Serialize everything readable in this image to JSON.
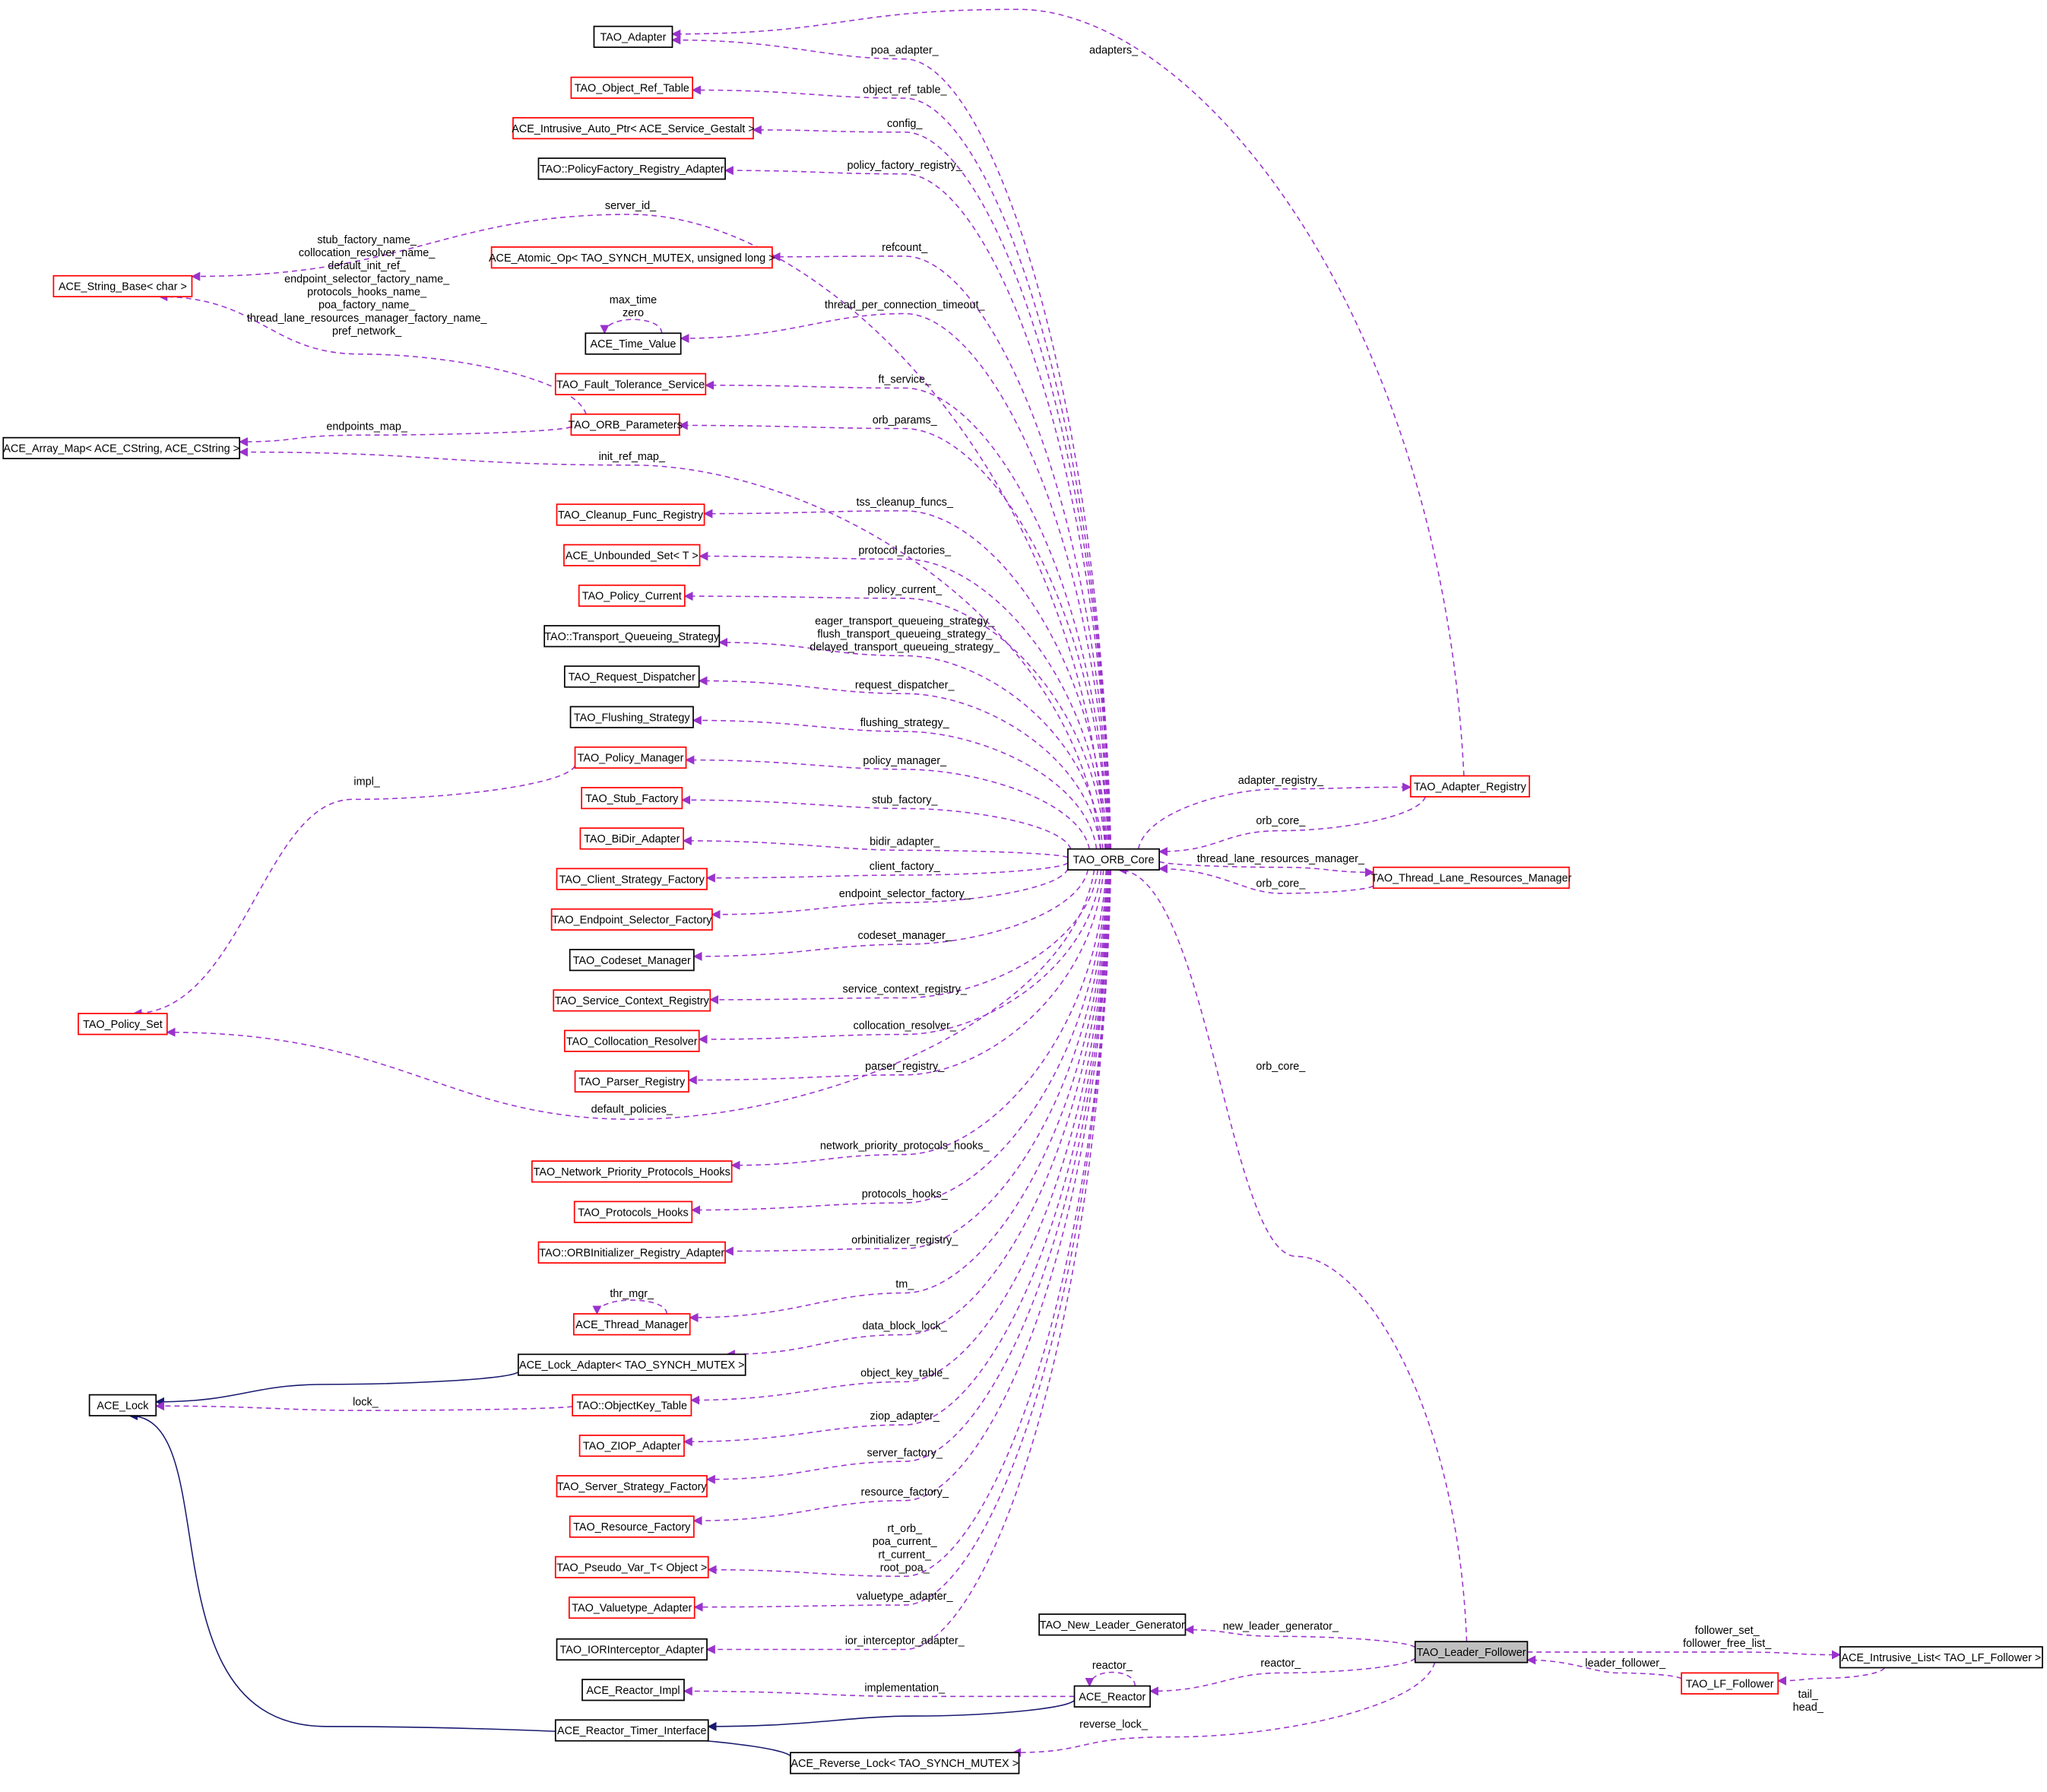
{
  "title": "TAO_Leader_Follower collaboration diagram",
  "colors": {
    "usage_edge": "#9a32cd",
    "inheritance_edge": "#191970",
    "red_border": "#ff0000",
    "black_border": "#000000",
    "focus_fill": "#bfbfbf"
  },
  "nodes": [
    {
      "label": "TAO_Adapter",
      "style": "black"
    },
    {
      "label": "TAO_Object_Ref_Table",
      "style": "red"
    },
    {
      "label": "ACE_Intrusive_Auto_Ptr< ACE_Service_Gestalt >",
      "style": "red"
    },
    {
      "label": "TAO::PolicyFactory_Registry_Adapter",
      "style": "black"
    },
    {
      "label": "ACE_String_Base< char >",
      "style": "red"
    },
    {
      "label": "ACE_Atomic_Op< TAO_SYNCH_MUTEX, unsigned long >",
      "style": "red"
    },
    {
      "label": "ACE_Time_Value",
      "style": "black"
    },
    {
      "label": "TAO_Fault_Tolerance_Service",
      "style": "red"
    },
    {
      "label": "TAO_ORB_Parameters",
      "style": "red"
    },
    {
      "label": "ACE_Array_Map< ACE_CString, ACE_CString >",
      "style": "black"
    },
    {
      "label": "TAO_Cleanup_Func_Registry",
      "style": "red"
    },
    {
      "label": "ACE_Unbounded_Set< T >",
      "style": "red"
    },
    {
      "label": "TAO_Policy_Current",
      "style": "red"
    },
    {
      "label": "TAO::Transport_Queueing_Strategy",
      "style": "black"
    },
    {
      "label": "TAO_Request_Dispatcher",
      "style": "black"
    },
    {
      "label": "TAO_Flushing_Strategy",
      "style": "black"
    },
    {
      "label": "TAO_Policy_Manager",
      "style": "red"
    },
    {
      "label": "TAO_Stub_Factory",
      "style": "red"
    },
    {
      "label": "TAO_BiDir_Adapter",
      "style": "red"
    },
    {
      "label": "TAO_Client_Strategy_Factory",
      "style": "red"
    },
    {
      "label": "TAO_Endpoint_Selector_Factory",
      "style": "red"
    },
    {
      "label": "TAO_Codeset_Manager",
      "style": "black"
    },
    {
      "label": "TAO_Service_Context_Registry",
      "style": "red"
    },
    {
      "label": "TAO_Collocation_Resolver",
      "style": "red"
    },
    {
      "label": "TAO_Parser_Registry",
      "style": "red"
    },
    {
      "label": "TAO_Policy_Set",
      "style": "red"
    },
    {
      "label": "TAO_Network_Priority_Protocols_Hooks",
      "style": "red"
    },
    {
      "label": "TAO_Protocols_Hooks",
      "style": "red"
    },
    {
      "label": "TAO::ORBInitializer_Registry_Adapter",
      "style": "red"
    },
    {
      "label": "ACE_Thread_Manager",
      "style": "red"
    },
    {
      "label": "ACE_Lock_Adapter< TAO_SYNCH_MUTEX >",
      "style": "black"
    },
    {
      "label": "ACE_Lock",
      "style": "black"
    },
    {
      "label": "TAO::ObjectKey_Table",
      "style": "red"
    },
    {
      "label": "TAO_ZIOP_Adapter",
      "style": "red"
    },
    {
      "label": "TAO_Server_Strategy_Factory",
      "style": "red"
    },
    {
      "label": "TAO_Resource_Factory",
      "style": "red"
    },
    {
      "label": "TAO_Pseudo_Var_T< Object >",
      "style": "red"
    },
    {
      "label": "TAO_Valuetype_Adapter",
      "style": "red"
    },
    {
      "label": "TAO_IORInterceptor_Adapter",
      "style": "black"
    },
    {
      "label": "ACE_Reactor_Impl",
      "style": "black"
    },
    {
      "label": "ACE_Reactor_Timer_Interface",
      "style": "black"
    },
    {
      "label": "ACE_Reverse_Lock< TAO_SYNCH_MUTEX >",
      "style": "black"
    },
    {
      "label": "TAO_ORB_Core",
      "style": "black"
    },
    {
      "label": "TAO_Adapter_Registry",
      "style": "red"
    },
    {
      "label": "TAO_Thread_Lane_Resources_Manager",
      "style": "red"
    },
    {
      "label": "TAO_New_Leader_Generator",
      "style": "black"
    },
    {
      "label": "TAO_Leader_Follower",
      "style": "focus"
    },
    {
      "label": "ACE_Reactor",
      "style": "black"
    },
    {
      "label": "ACE_Intrusive_List< TAO_LF_Follower >",
      "style": "black"
    },
    {
      "label": "TAO_LF_Follower",
      "style": "red"
    }
  ],
  "edges": [
    {
      "from": "TAO_ORB_Core",
      "to": "TAO_Adapter",
      "kind": "usage",
      "labels": [
        "poa_adapter_"
      ]
    },
    {
      "from": "TAO_ORB_Core",
      "to": "TAO_Object_Ref_Table",
      "kind": "usage",
      "labels": [
        "object_ref_table_"
      ]
    },
    {
      "from": "TAO_ORB_Core",
      "to": "ACE_Intrusive_Auto_Ptr< ACE_Service_Gestalt >",
      "kind": "usage",
      "labels": [
        "config_"
      ]
    },
    {
      "from": "TAO_ORB_Core",
      "to": "TAO::PolicyFactory_Registry_Adapter",
      "kind": "usage",
      "labels": [
        "policy_factory_registry_"
      ]
    },
    {
      "from": "TAO_ORB_Core",
      "to": "ACE_String_Base< char >",
      "kind": "usage",
      "labels": [
        "server_id_"
      ]
    },
    {
      "from": "TAO_ORB_Core",
      "to": "ACE_Atomic_Op< TAO_SYNCH_MUTEX, unsigned long >",
      "kind": "usage",
      "labels": [
        "refcount_"
      ]
    },
    {
      "from": "TAO_ORB_Core",
      "to": "ACE_Time_Value",
      "kind": "usage",
      "labels": [
        "thread_per_connection_timeout_"
      ]
    },
    {
      "from": "ACE_Time_Value",
      "to": "ACE_Time_Value",
      "kind": "usage",
      "labels": [
        "max_time",
        "zero"
      ]
    },
    {
      "from": "TAO_ORB_Core",
      "to": "TAO_Fault_Tolerance_Service",
      "kind": "usage",
      "labels": [
        "ft_service_"
      ]
    },
    {
      "from": "TAO_ORB_Core",
      "to": "TAO_ORB_Parameters",
      "kind": "usage",
      "labels": [
        "orb_params_"
      ]
    },
    {
      "from": "TAO_ORB_Parameters",
      "to": "ACE_String_Base< char >",
      "kind": "usage",
      "labels": [
        "stub_factory_name_",
        "collocation_resolver_name_",
        "default_init_ref_",
        "endpoint_selector_factory_name_",
        "protocols_hooks_name_",
        "poa_factory_name_",
        "thread_lane_resources_manager_factory_name_",
        "pref_network_"
      ]
    },
    {
      "from": "TAO_ORB_Parameters",
      "to": "ACE_Array_Map< ACE_CString, ACE_CString >",
      "kind": "usage",
      "labels": [
        "endpoints_map_"
      ]
    },
    {
      "from": "TAO_ORB_Core",
      "to": "ACE_Array_Map< ACE_CString, ACE_CString >",
      "kind": "usage",
      "labels": [
        "init_ref_map_"
      ]
    },
    {
      "from": "TAO_ORB_Core",
      "to": "TAO_Cleanup_Func_Registry",
      "kind": "usage",
      "labels": [
        "tss_cleanup_funcs_"
      ]
    },
    {
      "from": "TAO_ORB_Core",
      "to": "ACE_Unbounded_Set< T >",
      "kind": "usage",
      "labels": [
        "protocol_factories_"
      ]
    },
    {
      "from": "TAO_ORB_Core",
      "to": "TAO_Policy_Current",
      "kind": "usage",
      "labels": [
        "policy_current_"
      ]
    },
    {
      "from": "TAO_ORB_Core",
      "to": "TAO::Transport_Queueing_Strategy",
      "kind": "usage",
      "labels": [
        "eager_transport_queueing_strategy_",
        "flush_transport_queueing_strategy_",
        "delayed_transport_queueing_strategy_"
      ]
    },
    {
      "from": "TAO_ORB_Core",
      "to": "TAO_Request_Dispatcher",
      "kind": "usage",
      "labels": [
        "request_dispatcher_"
      ]
    },
    {
      "from": "TAO_ORB_Core",
      "to": "TAO_Flushing_Strategy",
      "kind": "usage",
      "labels": [
        "flushing_strategy_"
      ]
    },
    {
      "from": "TAO_ORB_Core",
      "to": "TAO_Policy_Manager",
      "kind": "usage",
      "labels": [
        "policy_manager_"
      ]
    },
    {
      "from": "TAO_Policy_Manager",
      "to": "TAO_Policy_Set",
      "kind": "usage",
      "labels": [
        "impl_"
      ]
    },
    {
      "from": "TAO_ORB_Core",
      "to": "TAO_Stub_Factory",
      "kind": "usage",
      "labels": [
        "stub_factory_"
      ]
    },
    {
      "from": "TAO_ORB_Core",
      "to": "TAO_BiDir_Adapter",
      "kind": "usage",
      "labels": [
        "bidir_adapter_"
      ]
    },
    {
      "from": "TAO_ORB_Core",
      "to": "TAO_Client_Strategy_Factory",
      "kind": "usage",
      "labels": [
        "client_factory_"
      ]
    },
    {
      "from": "TAO_ORB_Core",
      "to": "TAO_Endpoint_Selector_Factory",
      "kind": "usage",
      "labels": [
        "endpoint_selector_factory_"
      ]
    },
    {
      "from": "TAO_ORB_Core",
      "to": "TAO_Codeset_Manager",
      "kind": "usage",
      "labels": [
        "codeset_manager_"
      ]
    },
    {
      "from": "TAO_ORB_Core",
      "to": "TAO_Service_Context_Registry",
      "kind": "usage",
      "labels": [
        "service_context_registry_"
      ]
    },
    {
      "from": "TAO_ORB_Core",
      "to": "TAO_Collocation_Resolver",
      "kind": "usage",
      "labels": [
        "collocation_resolver_"
      ]
    },
    {
      "from": "TAO_ORB_Core",
      "to": "TAO_Parser_Registry",
      "kind": "usage",
      "labels": [
        "parser_registry_"
      ]
    },
    {
      "from": "TAO_ORB_Core",
      "to": "TAO_Policy_Set",
      "kind": "usage",
      "labels": [
        "default_policies_"
      ]
    },
    {
      "from": "TAO_ORB_Core",
      "to": "TAO_Network_Priority_Protocols_Hooks",
      "kind": "usage",
      "labels": [
        "network_priority_protocols_hooks_"
      ]
    },
    {
      "from": "TAO_ORB_Core",
      "to": "TAO_Protocols_Hooks",
      "kind": "usage",
      "labels": [
        "protocols_hooks_"
      ]
    },
    {
      "from": "TAO_ORB_Core",
      "to": "TAO::ORBInitializer_Registry_Adapter",
      "kind": "usage",
      "labels": [
        "orbinitializer_registry_"
      ]
    },
    {
      "from": "TAO_ORB_Core",
      "to": "ACE_Thread_Manager",
      "kind": "usage",
      "labels": [
        "tm_"
      ]
    },
    {
      "from": "ACE_Thread_Manager",
      "to": "ACE_Thread_Manager",
      "kind": "usage",
      "labels": [
        "thr_mgr_"
      ]
    },
    {
      "from": "TAO_ORB_Core",
      "to": "ACE_Lock_Adapter< TAO_SYNCH_MUTEX >",
      "kind": "usage",
      "labels": [
        "data_block_lock_"
      ]
    },
    {
      "from": "ACE_Lock_Adapter< TAO_SYNCH_MUTEX >",
      "to": "ACE_Lock",
      "kind": "inheritance",
      "labels": []
    },
    {
      "from": "TAO_ORB_Core",
      "to": "TAO::ObjectKey_Table",
      "kind": "usage",
      "labels": [
        "object_key_table_"
      ]
    },
    {
      "from": "TAO::ObjectKey_Table",
      "to": "ACE_Lock",
      "kind": "usage",
      "labels": [
        "lock_"
      ]
    },
    {
      "from": "TAO_ORB_Core",
      "to": "TAO_ZIOP_Adapter",
      "kind": "usage",
      "labels": [
        "ziop_adapter_"
      ]
    },
    {
      "from": "TAO_ORB_Core",
      "to": "TAO_Server_Strategy_Factory",
      "kind": "usage",
      "labels": [
        "server_factory_"
      ]
    },
    {
      "from": "TAO_ORB_Core",
      "to": "TAO_Resource_Factory",
      "kind": "usage",
      "labels": [
        "resource_factory_"
      ]
    },
    {
      "from": "TAO_ORB_Core",
      "to": "TAO_Pseudo_Var_T< Object >",
      "kind": "usage",
      "labels": [
        "rt_orb_",
        "poa_current_",
        "rt_current_",
        "root_poa_"
      ]
    },
    {
      "from": "TAO_ORB_Core",
      "to": "TAO_Valuetype_Adapter",
      "kind": "usage",
      "labels": [
        "valuetype_adapter_"
      ]
    },
    {
      "from": "TAO_ORB_Core",
      "to": "TAO_IORInterceptor_Adapter",
      "kind": "usage",
      "labels": [
        "ior_interceptor_adapter_"
      ]
    },
    {
      "from": "TAO_ORB_Core",
      "to": "TAO_Adapter_Registry",
      "kind": "usage",
      "labels": [
        "adapter_registry_"
      ]
    },
    {
      "from": "TAO_Adapter_Registry",
      "to": "TAO_ORB_Core",
      "kind": "usage",
      "labels": [
        "orb_core_"
      ]
    },
    {
      "from": "TAO_ORB_Core",
      "to": "TAO_Thread_Lane_Resources_Manager",
      "kind": "usage",
      "labels": [
        "thread_lane_resources_manager_"
      ]
    },
    {
      "from": "TAO_Thread_Lane_Resources_Manager",
      "to": "TAO_ORB_Core",
      "kind": "usage",
      "labels": [
        "orb_core_"
      ]
    },
    {
      "from": "TAO_Adapter_Registry",
      "to": "TAO_Adapter",
      "kind": "usage",
      "labels": [
        "adapters_"
      ]
    },
    {
      "from": "TAO_Leader_Follower",
      "to": "TAO_ORB_Core",
      "kind": "usage",
      "labels": [
        "orb_core_"
      ]
    },
    {
      "from": "TAO_Leader_Follower",
      "to": "TAO_New_Leader_Generator",
      "kind": "usage",
      "labels": [
        "new_leader_generator_"
      ]
    },
    {
      "from": "TAO_Leader_Follower",
      "to": "ACE_Reactor",
      "kind": "usage",
      "labels": [
        "reactor_"
      ]
    },
    {
      "from": "ACE_Reactor",
      "to": "ACE_Reactor",
      "kind": "usage",
      "labels": [
        "reactor_"
      ]
    },
    {
      "from": "ACE_Reactor",
      "to": "ACE_Reactor_Impl",
      "kind": "usage",
      "labels": [
        "implementation_"
      ]
    },
    {
      "from": "ACE_Reactor",
      "to": "ACE_Reactor_Timer_Interface",
      "kind": "inheritance",
      "labels": []
    },
    {
      "from": "TAO_Leader_Follower",
      "to": "ACE_Reverse_Lock< TAO_SYNCH_MUTEX >",
      "kind": "usage",
      "labels": [
        "reverse_lock_"
      ]
    },
    {
      "from": "ACE_Reverse_Lock< TAO_SYNCH_MUTEX >",
      "to": "ACE_Lock",
      "kind": "inheritance",
      "labels": []
    },
    {
      "from": "TAO_Leader_Follower",
      "to": "ACE_Intrusive_List< TAO_LF_Follower >",
      "kind": "usage",
      "labels": [
        "follower_set_",
        "follower_free_list_"
      ]
    },
    {
      "from": "TAO_LF_Follower",
      "to": "TAO_Leader_Follower",
      "kind": "usage",
      "labels": [
        "leader_follower_"
      ]
    },
    {
      "from": "ACE_Intrusive_List< TAO_LF_Follower >",
      "to": "TAO_LF_Follower",
      "kind": "usage",
      "labels": [
        "tail_",
        "head_"
      ]
    }
  ]
}
